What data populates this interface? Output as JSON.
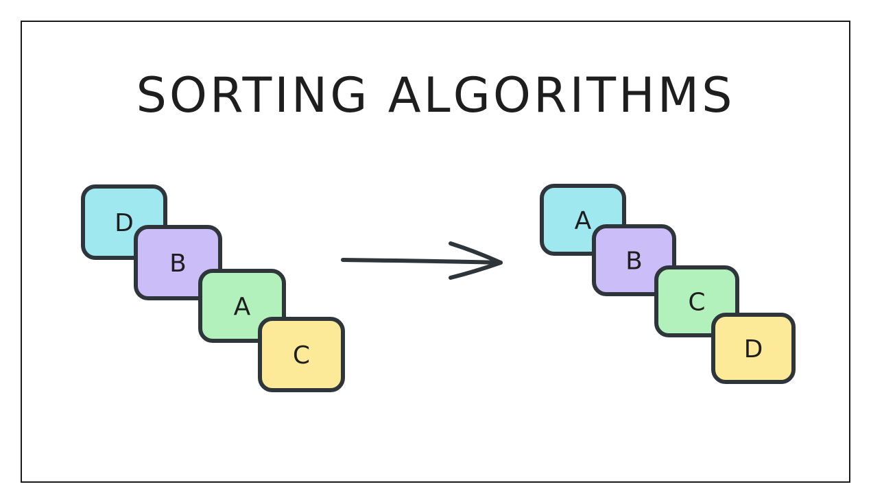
{
  "title": "SORTING ALGORITHMS",
  "colors": {
    "cyan": "#a0e8f0",
    "purple": "#cbbdf8",
    "green": "#b2f0bc",
    "yellow": "#fdea99",
    "stroke": "#2f363b"
  },
  "unsorted": [
    {
      "letter": "D",
      "color": "cyan"
    },
    {
      "letter": "B",
      "color": "purple"
    },
    {
      "letter": "A",
      "color": "green"
    },
    {
      "letter": "C",
      "color": "yellow"
    }
  ],
  "sorted": [
    {
      "letter": "A",
      "color": "cyan"
    },
    {
      "letter": "B",
      "color": "purple"
    },
    {
      "letter": "C",
      "color": "green"
    },
    {
      "letter": "D",
      "color": "yellow"
    }
  ]
}
